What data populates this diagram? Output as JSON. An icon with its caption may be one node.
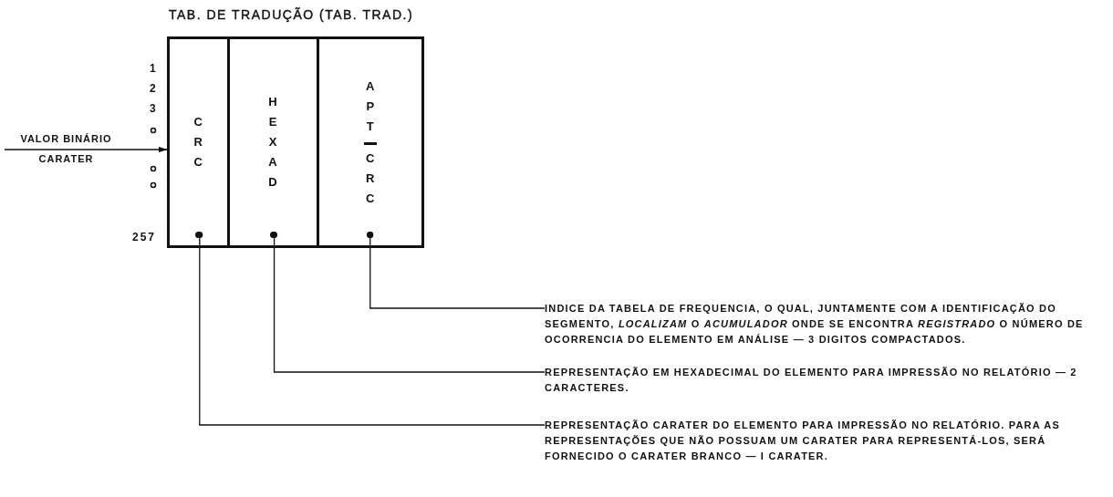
{
  "diagram": {
    "nodes": [
      {
        "text": [
          "TAB. DE TRADUÇÃO (TAB. TRAD.)"
        ]
      },
      {
        "text": [
          "C R C"
        ],
        "in": 0
      },
      {
        "text": [
          "H E X A D"
        ],
        "in": 0
      },
      {
        "text": [
          "A P T",
          "C R C"
        ],
        "in": 0
      },
      {
        "text": [
          "INDICE DA TABELA DE FREQUENCIA, O QUAL, JUNTAMENTE COM A IDENTIFICAÇÃO DO SEGMENTO, *LOCALIZAM* O *ACUMULADOR* ONDE SE ENCONTRA *REGISTRADO* O NÚMERO DE OCORRENCIA DO ELEMENTO EM ANÁLISE — 3 DIGITOS COMPACTADOS."
        ]
      },
      {
        "text": [
          "REPRESENTAÇÃO EM HEXADECIMAL DO ELEMENTO PARA IMPRESSÃO NO RELATÓRIO — 2 CARACTERES."
        ]
      },
      {
        "text": [
          "REPRESENTAÇÃO CARATER DO ELEMENTO PARA IMPRESSÃO NO RELATÓRIO. PARA AS REPRESENTAÇÕES QUE NÃO POSSUAM UM CARATER PARA REPRESENTÁ-LOS, SERÁ FORNECIDO O CARATER BRANCO — I CARATER."
        ]
      }
    ],
    "edges": [
      {
        "from": null,
        "to": 0,
        "arrow": "to",
        "label": "VALOR BINÁRIO CARATER"
      },
      {
        "from": 3,
        "to": 4,
        "arrow": "other"
      },
      {
        "from": 2,
        "to": 5,
        "arrow": "other"
      },
      {
        "from": 1,
        "to": 6,
        "arrow": "other"
      }
    ],
    "labels": [
      "1",
      "2",
      "3",
      "257"
    ]
  }
}
